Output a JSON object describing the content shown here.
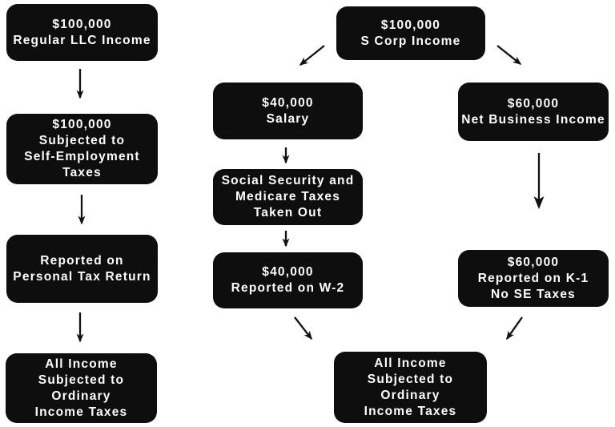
{
  "colors": {
    "node_background": "#0e0e0e",
    "node_text": "#ffffff",
    "arrow": "#111111",
    "page_background": "#ffffff"
  },
  "nodes": {
    "llc_income": {
      "lines": [
        "$100,000",
        "Regular LLC Income"
      ]
    },
    "llc_se_taxes": {
      "lines": [
        "$100,000",
        "Subjected to",
        "Self-Employment",
        "Taxes"
      ]
    },
    "llc_reported": {
      "lines": [
        "Reported on",
        "Personal Tax Return"
      ]
    },
    "llc_ordinary": {
      "lines": [
        "All Income",
        "Subjected to",
        "Ordinary",
        "Income Taxes"
      ]
    },
    "scorp_income": {
      "lines": [
        "$100,000",
        "S Corp Income"
      ]
    },
    "salary": {
      "lines": [
        "$40,000",
        "Salary"
      ]
    },
    "fica": {
      "lines": [
        "Social Security and",
        "Medicare Taxes",
        "Taken Out"
      ]
    },
    "w2": {
      "lines": [
        "$40,000",
        "Reported on W-2"
      ]
    },
    "net_business": {
      "lines": [
        "$60,000",
        "Net Business Income"
      ]
    },
    "k1": {
      "lines": [
        "$60,000",
        "Reported on K-1",
        "No SE Taxes"
      ]
    },
    "scorp_ordinary": {
      "lines": [
        "All Income",
        "Subjected to",
        "Ordinary",
        "Income Taxes"
      ]
    }
  },
  "edges": [
    {
      "from": "llc_income",
      "to": "llc_se_taxes"
    },
    {
      "from": "llc_se_taxes",
      "to": "llc_reported"
    },
    {
      "from": "llc_reported",
      "to": "llc_ordinary"
    },
    {
      "from": "scorp_income",
      "to": "salary"
    },
    {
      "from": "scorp_income",
      "to": "net_business"
    },
    {
      "from": "salary",
      "to": "fica"
    },
    {
      "from": "fica",
      "to": "w2"
    },
    {
      "from": "w2",
      "to": "scorp_ordinary"
    },
    {
      "from": "net_business",
      "to": "k1"
    },
    {
      "from": "k1",
      "to": "scorp_ordinary"
    }
  ]
}
